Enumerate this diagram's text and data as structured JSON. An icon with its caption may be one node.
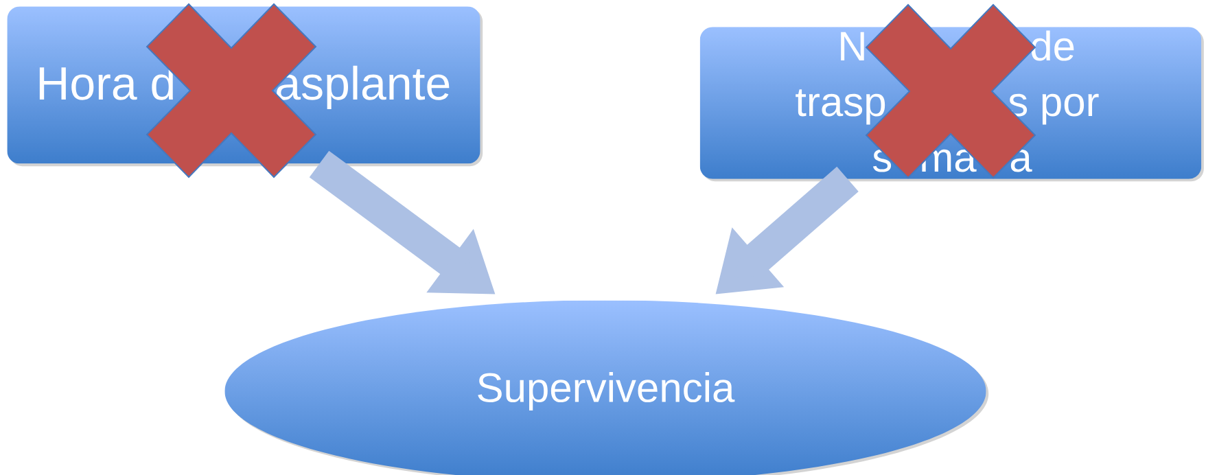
{
  "diagram": {
    "nodes": [
      {
        "text": [
          "Hora d",
          "asplante"
        ]
      },
      {
        "text": [
          "N",
          "de",
          "trasp",
          "s por",
          "s",
          "ma",
          "a"
        ]
      },
      {
        "text": [
          "Supervivencia"
        ]
      },
      {
        "text": [],
        "shape": "cross"
      },
      {
        "text": [],
        "shape": "cross"
      }
    ],
    "edges": [
      {
        "from": 0,
        "to": 2,
        "arrow": "to"
      },
      {
        "from": 1,
        "to": 2,
        "arrow": "to"
      }
    ]
  }
}
